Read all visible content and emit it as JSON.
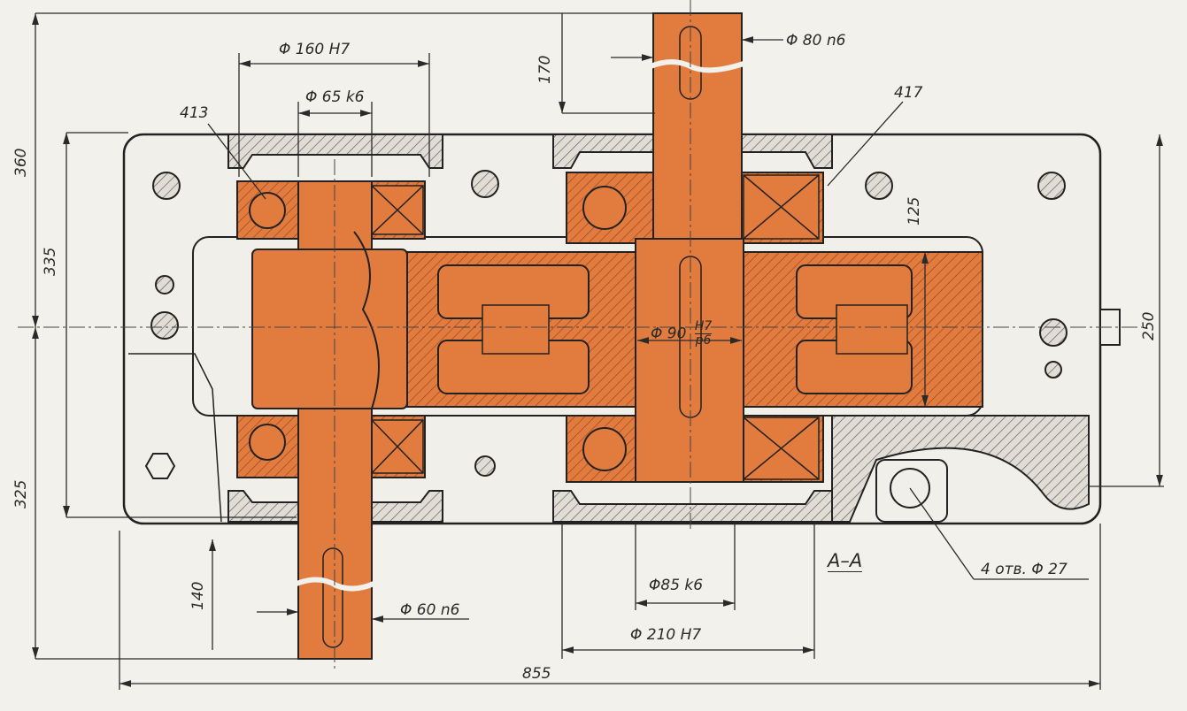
{
  "colors": {
    "paper": "#f2f1ec",
    "part_fill": "#e27b3e",
    "line": "#2a2a2a",
    "hatch": "#9a5a3a"
  },
  "labels": {
    "bore_160": "Φ 160 H7",
    "shaft_65": "Φ 65 k6",
    "part_413": "413",
    "dim_170": "170",
    "shaft_80": "Φ 80 n6",
    "part_417": "417",
    "dim_360": "360",
    "dim_335": "335",
    "dim_125": "125",
    "fit_90_prefix": "Φ 90",
    "fit_90_hole": "H7",
    "fit_90_shaft": "p6",
    "dim_250": "250",
    "dim_325": "325",
    "dim_140": "140",
    "shaft_60": "Φ 60 n6",
    "section": "A–A",
    "shaft_85": "Φ85 k6",
    "holes": "4 отв. Φ 27",
    "bore_210": "Φ 210 H7",
    "dim_855": "855"
  }
}
